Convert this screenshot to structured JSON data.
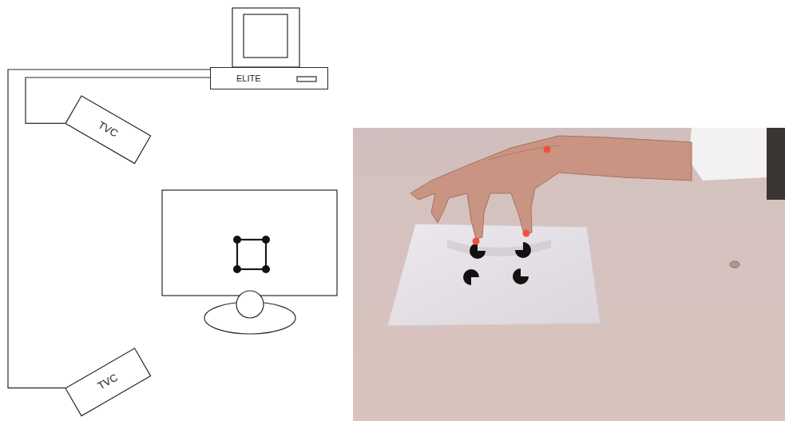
{
  "diagram": {
    "nodes": [
      {
        "text": [
          "ELITE"
        ]
      },
      {
        "text": [
          "TVC"
        ]
      },
      {
        "text": [
          "TVC"
        ]
      }
    ],
    "edges": [
      {
        "from": 0,
        "to": 1,
        "arrow": "none"
      },
      {
        "from": 0,
        "to": 2,
        "arrow": "none"
      }
    ]
  }
}
